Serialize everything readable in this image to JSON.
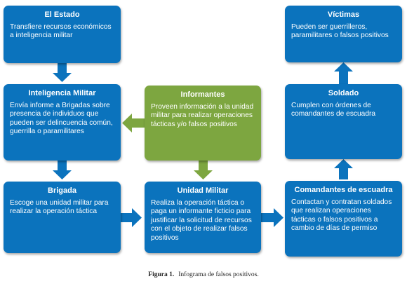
{
  "boxes": {
    "estado": {
      "title": "El Estado",
      "body": "Transfiere recursos económicos a inteligencia militar",
      "color": "#0b73bd"
    },
    "inteligencia": {
      "title": "Inteligencia Militar",
      "body": "Envía informe a Brigadas sobre presencia de individuos que pueden ser delincuencia común, guerrilla o paramilitares",
      "color": "#0b73bd"
    },
    "brigada": {
      "title": "Brigada",
      "body": "Escoge una unidad militar para realizar la operación táctica",
      "color": "#0b73bd"
    },
    "informantes": {
      "title": "Informantes",
      "body": "Proveen información a la unidad militar para realizar operaciones tácticas y/o falsos positivos",
      "color": "#7da640"
    },
    "unidad": {
      "title": "Unidad Militar",
      "body": "Realiza la operación táctica o paga un informante ficticio para justificar la solicitud de recursos con el objeto de realizar falsos positivos",
      "color": "#0b73bd"
    },
    "victimas": {
      "title": "Víctimas",
      "body": "Pueden ser guerrilleros, paramilitares o falsos positivos",
      "color": "#0b73bd"
    },
    "soldado": {
      "title": "Soldado",
      "body": "Cumplen con órdenes de comandantes de escuadra",
      "color": "#0b73bd"
    },
    "comandantes": {
      "title": "Comandantes de escuadra",
      "body": "Contactan y contratan soldados que realizan operaciones tácticas o falsos positivos a cambio de días de permiso",
      "color": "#0b73bd"
    }
  },
  "caption": {
    "label": "Figura 1.",
    "text": "Infograma de falsos positivos."
  }
}
